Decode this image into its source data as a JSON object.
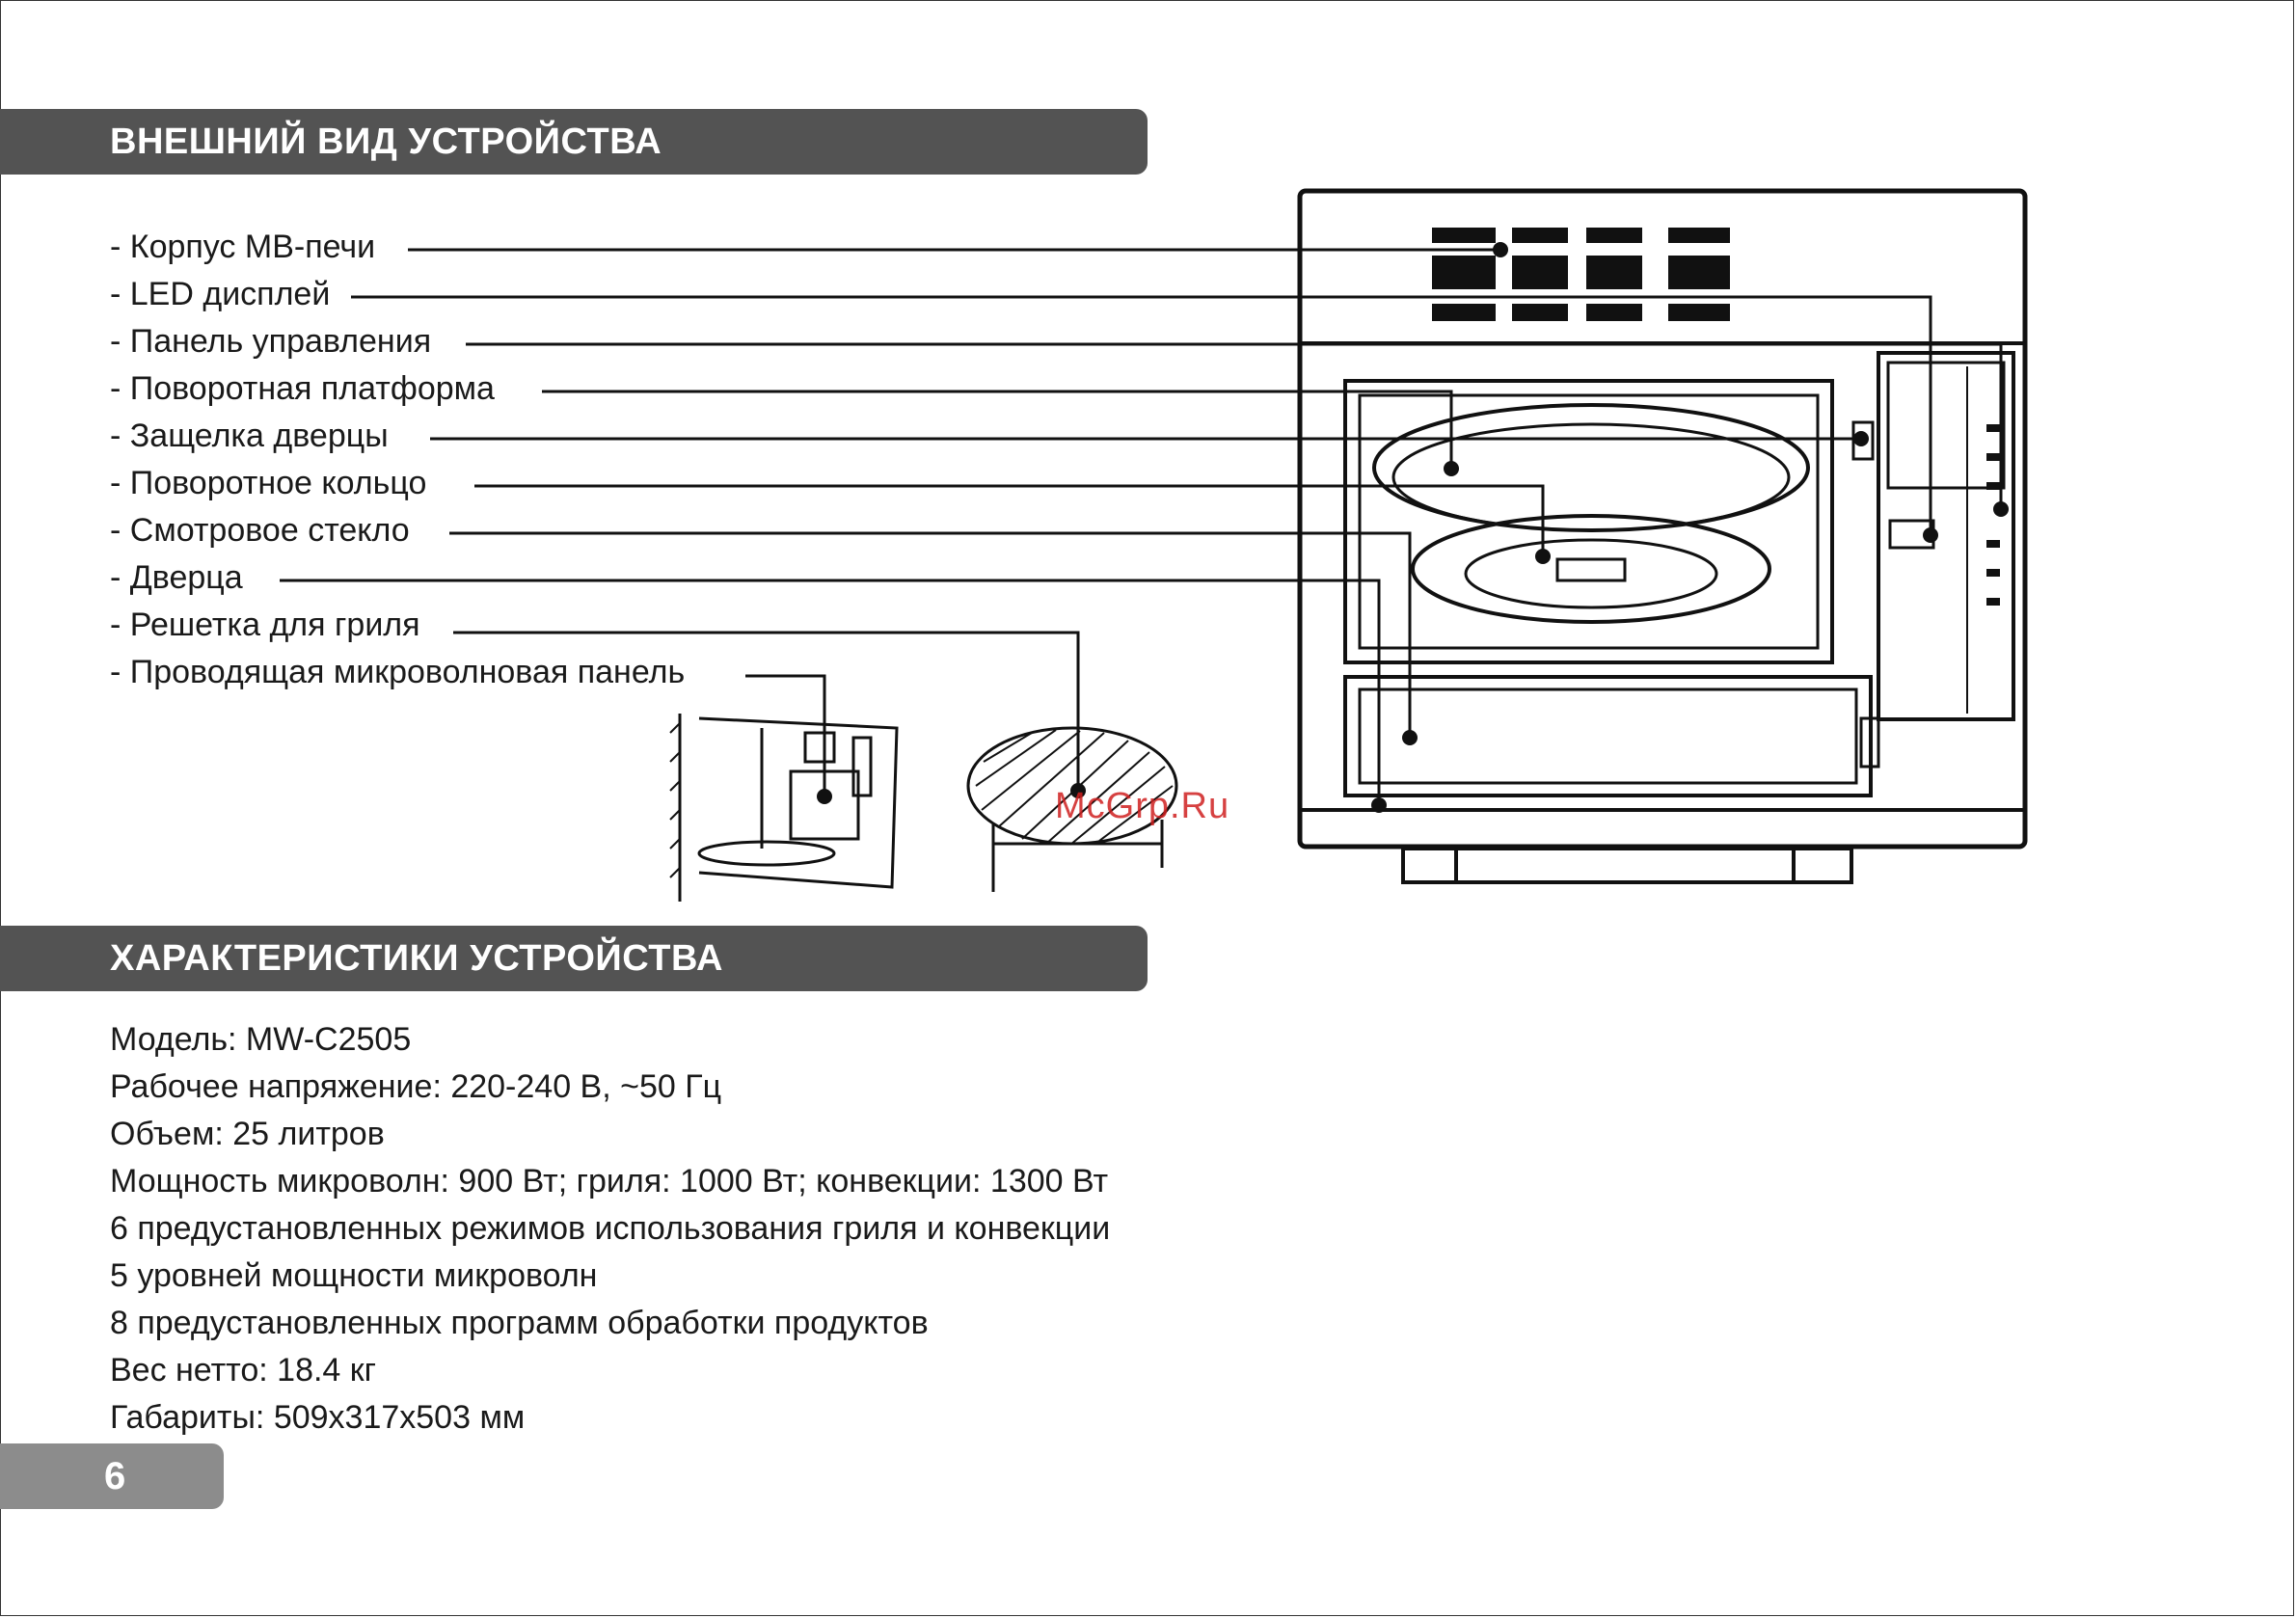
{
  "sections": {
    "appearance_title": "ВНЕШНИЙ ВИД  УСТРОЙСТВА",
    "specs_title": "ХАРАКТЕРИСТИКИ УСТРОЙСТВА"
  },
  "parts": [
    "- Корпус МВ-печи",
    "- LED дисплей",
    "- Панель управления",
    "- Поворотная платформа",
    "- Защелка дверцы",
    "- Поворотное кольцо",
    "- Смотровое стекло",
    "- Дверца",
    "- Решетка для гриля",
    "- Проводящая микроволновая панель"
  ],
  "specs": [
    "Модель: MW-C2505",
    "Рабочее напряжение: 220-240 В, ~50 Гц",
    "Объем: 25 литров",
    "Мощность микроволн: 900 Вт; гриля: 1000 Вт; конвекции: 1300 Вт",
    "6 предустановленных режимов использования гриля и конвекции",
    "5 уровней мощности микроволн",
    "8 предустановленных программ обработки продуктов",
    "Вес нетто: 18.4 кг",
    "Габариты: 509x317x503 мм"
  ],
  "page_number": "6",
  "watermark": "McGrp.Ru"
}
